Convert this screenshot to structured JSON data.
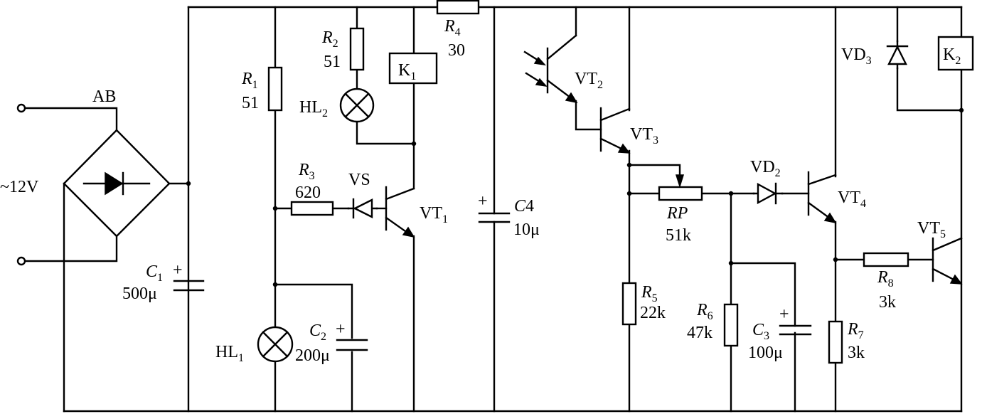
{
  "input": {
    "label": "~12V"
  },
  "bridge": {
    "label": "AB"
  },
  "resistors": {
    "R1": {
      "sym": "R",
      "sub": "1",
      "val": "51"
    },
    "R2": {
      "sym": "R",
      "sub": "2",
      "val": "51"
    },
    "R3": {
      "sym": "R",
      "sub": "3",
      "val": "620"
    },
    "R4": {
      "sym": "R",
      "sub": "4",
      "val": "30"
    },
    "R5": {
      "sym": "R",
      "sub": "5",
      "val": "22k"
    },
    "R6": {
      "sym": "R",
      "sub": "6",
      "val": "47k"
    },
    "R7": {
      "sym": "R",
      "sub": "7",
      "val": "3k"
    },
    "R8": {
      "sym": "R",
      "sub": "8",
      "val": "3k"
    },
    "RP": {
      "sym": "RP",
      "val": "51k"
    }
  },
  "capacitors": {
    "C1": {
      "sym": "C",
      "sub": "1",
      "val": "500μ"
    },
    "C2": {
      "sym": "C",
      "sub": "2",
      "val": "200μ"
    },
    "C3": {
      "sym": "C",
      "sub": "3",
      "val": "100μ"
    },
    "C4": {
      "sym": "C",
      "sub": "4",
      "val": "10μ"
    },
    "plus": "+"
  },
  "lamps": {
    "HL1": {
      "sym": "HL",
      "sub": "1"
    },
    "HL2": {
      "sym": "HL",
      "sub": "2"
    }
  },
  "relays": {
    "K1": {
      "sym": "K",
      "sub": "1"
    },
    "K2": {
      "sym": "K",
      "sub": "2"
    }
  },
  "transistors": {
    "VT1": {
      "sym": "VT",
      "sub": "1"
    },
    "VT2": {
      "sym": "VT",
      "sub": "2"
    },
    "VT3": {
      "sym": "VT",
      "sub": "3"
    },
    "VT4": {
      "sym": "VT",
      "sub": "4"
    },
    "VT5": {
      "sym": "VT",
      "sub": "5"
    }
  },
  "diodes": {
    "VS": {
      "sym": "VS"
    },
    "VD2": {
      "sym": "VD",
      "sub": "2"
    },
    "VD3": {
      "sym": "VD",
      "sub": "3"
    }
  }
}
